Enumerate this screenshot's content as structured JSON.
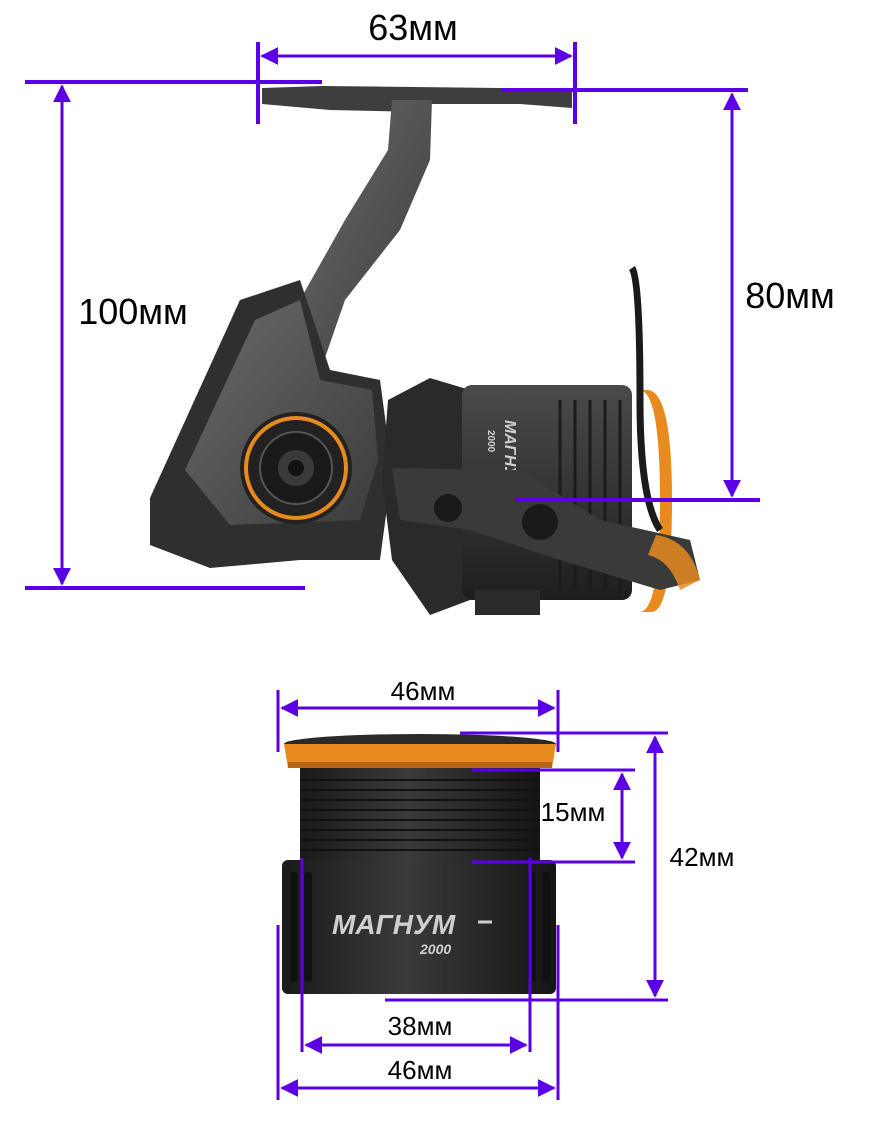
{
  "reel": {
    "width_label": "63мм",
    "height_label": "100мм",
    "depth_label": "80мм",
    "brand_text": "МАГНУМ",
    "model_text": "2000"
  },
  "spool": {
    "top_width_label": "46мм",
    "line_depth_label": "15мм",
    "height_label": "42мм",
    "inner_width_label": "38мм",
    "bottom_width_label": "46мм",
    "brand_text": "МАГНУМ",
    "model_text": "2000"
  },
  "colors": {
    "dimension": "#5b00e6",
    "orange": "#e88a1e",
    "body_dark": "#2b2b2b",
    "body_grey": "#5a5a5a"
  }
}
